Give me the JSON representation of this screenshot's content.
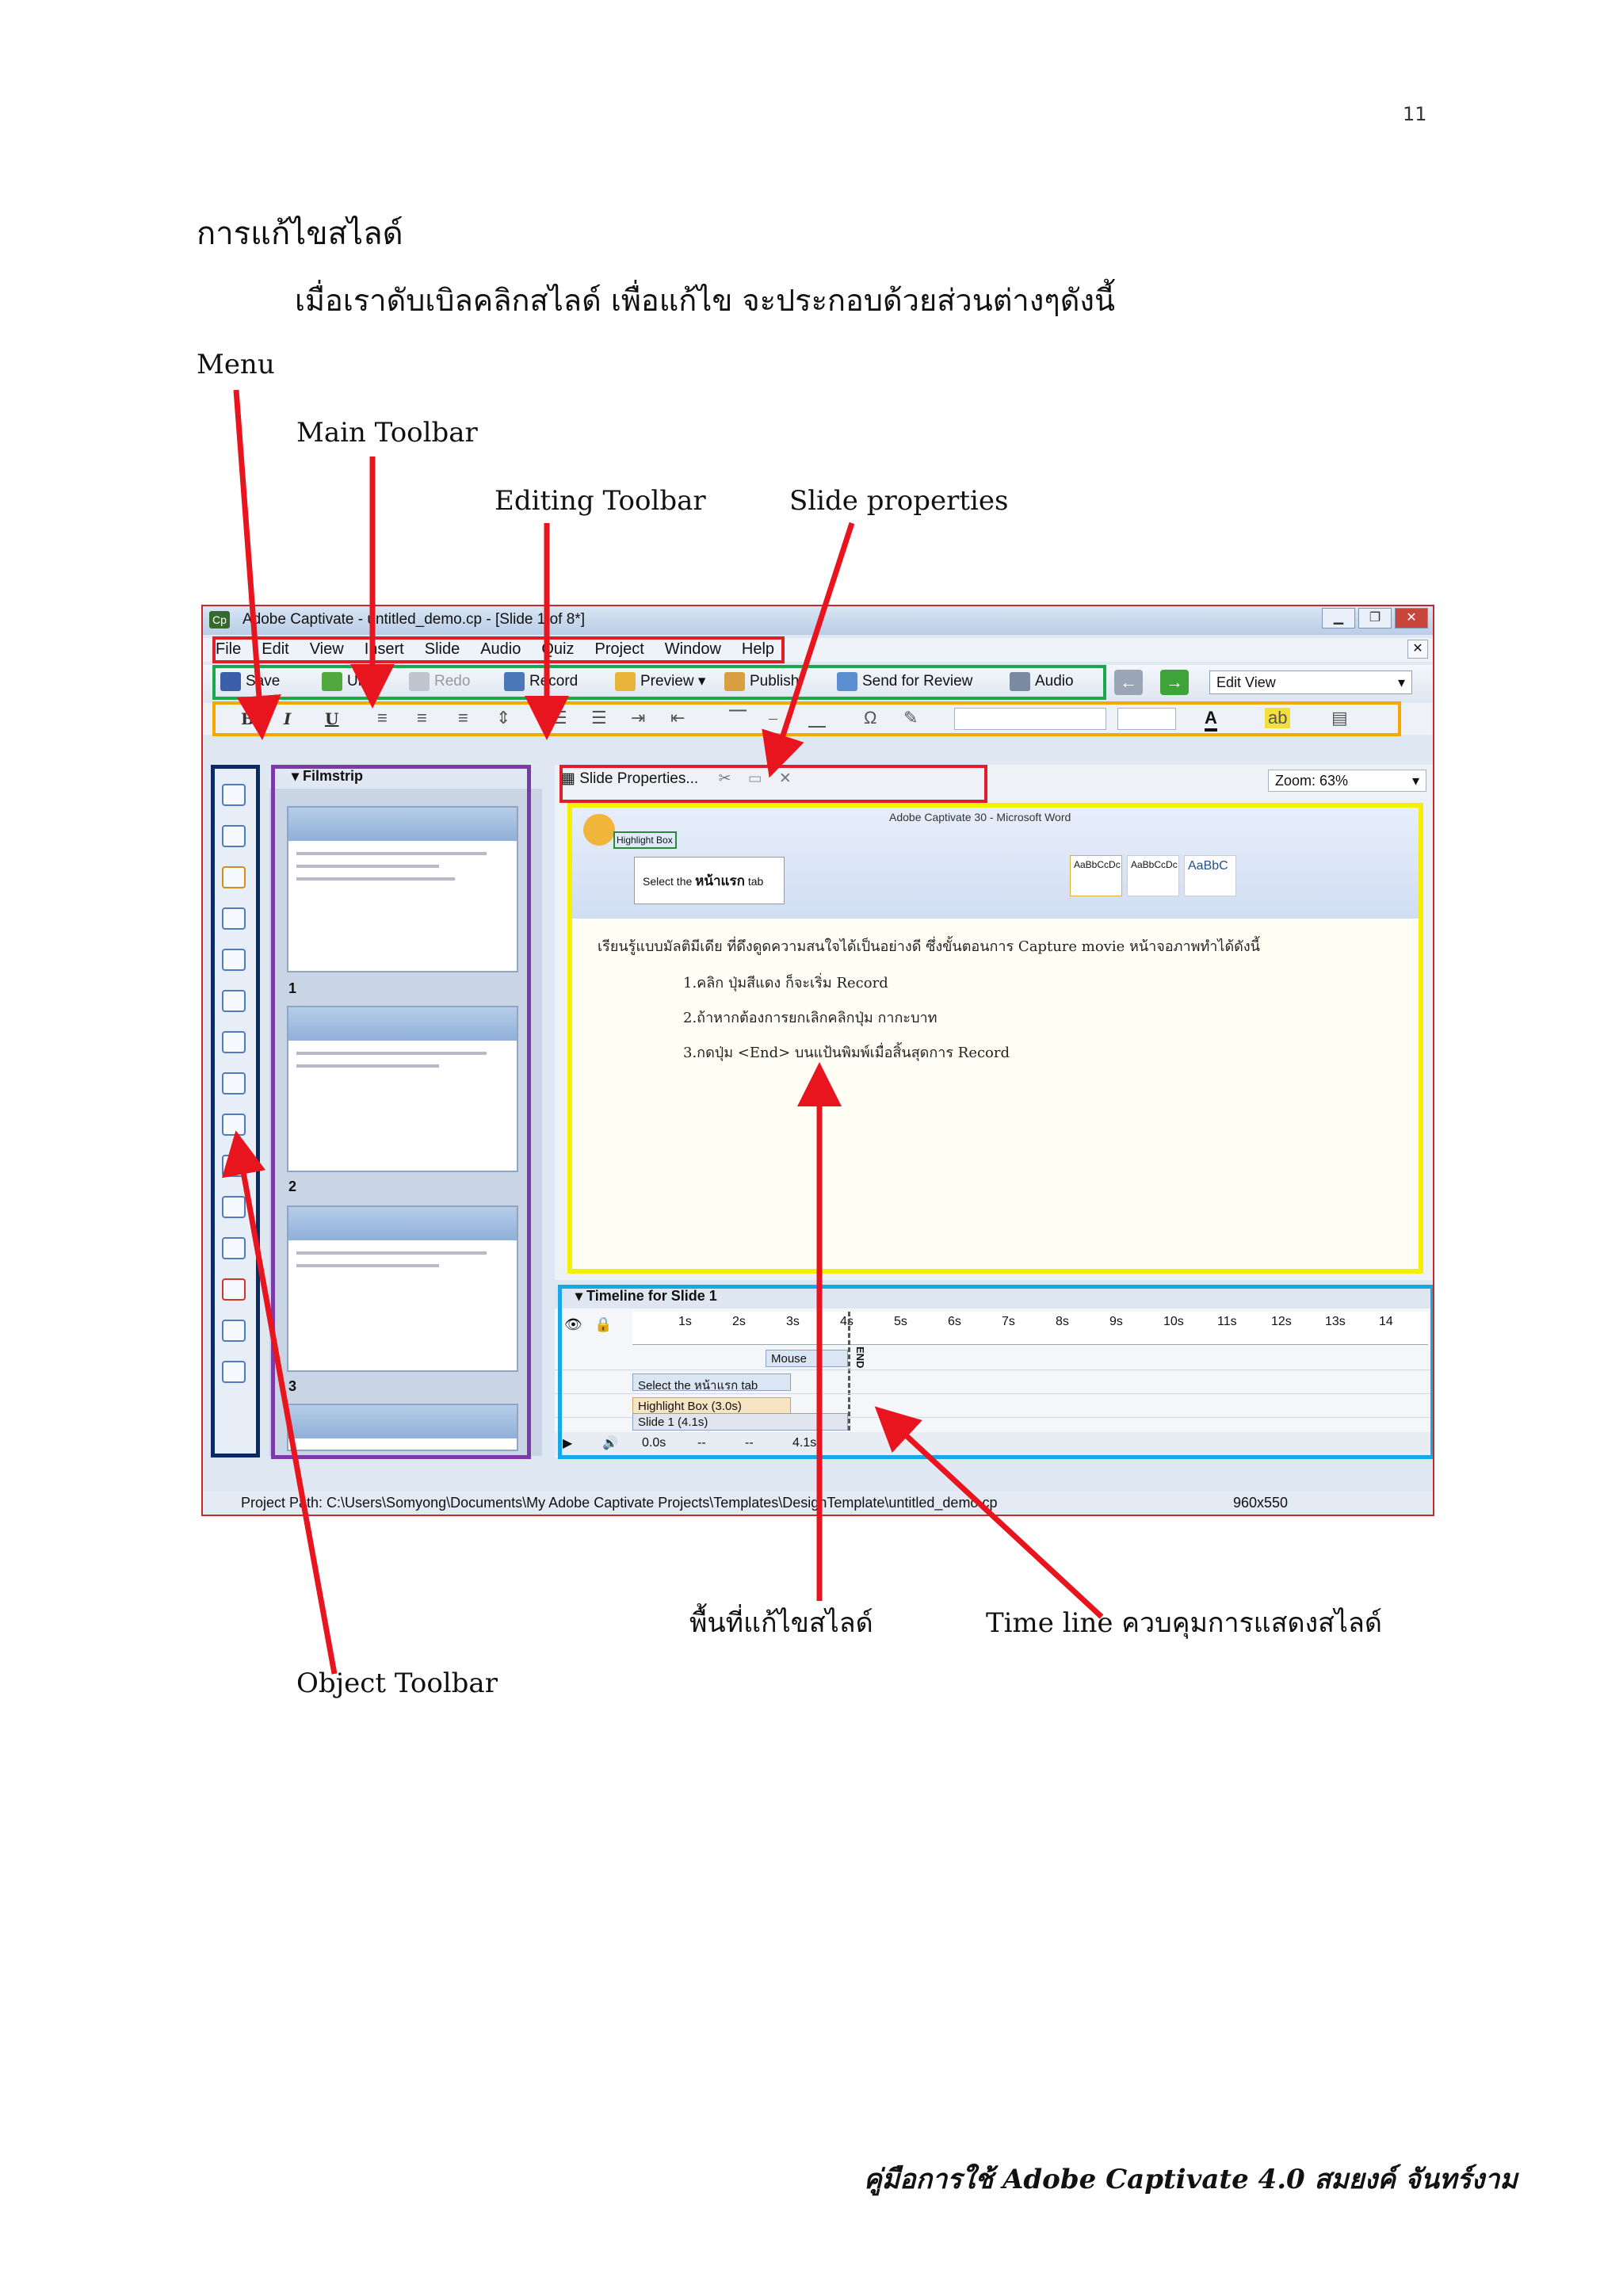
{
  "page_number": "11",
  "heading": "การแก้ไขสไลด์",
  "intro": "เมื่อเราดับเบิลคลิกสไลด์ เพื่อแก้ไข จะประกอบด้วยส่วนต่างๆดังนี้",
  "labels": {
    "menu": "Menu",
    "main_toolbar": "Main Toolbar",
    "editing_toolbar": "Editing Toolbar",
    "slide_properties": "Slide properties",
    "editing_area": "พื้นที่แก้ไขสไลด์",
    "timeline": "Time line ควบคุมการแสดงสไลด์",
    "object_toolbar": "Object Toolbar"
  },
  "screenshot": {
    "app_badge": "Cp",
    "title": "Adobe Captivate - untitled_demo.cp - [Slide 1 of 8*]",
    "menu_items": [
      "File",
      "Edit",
      "View",
      "Insert",
      "Slide",
      "Audio",
      "Quiz",
      "Project",
      "Window",
      "Help"
    ],
    "main_toolbar": {
      "save": "Save",
      "undo": "Undo",
      "redo": "Redo",
      "record": "Record",
      "preview": "Preview",
      "publish": "Publish",
      "send_for_review": "Send for Review",
      "audio": "Audio",
      "view_select": "Edit View"
    },
    "editing_toolbar": {
      "bold": "B",
      "italic": "I",
      "underline": "U",
      "omega": "Ω"
    },
    "filmstrip": {
      "title": "Filmstrip",
      "slides": [
        "1",
        "2",
        "3"
      ]
    },
    "slide_properties_button": "Slide Properties...",
    "zoom": "Zoom: 63%",
    "stage": {
      "window_title": "Adobe Captivate 30 - Microsoft Word",
      "tooltip_prefix": "Select the",
      "tooltip_bold": "หน้าแรก",
      "tooltip_suffix": "tab",
      "highlight_tab": "Highlight Box",
      "style_1": "AaBbCcDc",
      "style_2": "AaBbCcDc",
      "style_3": "AaBbC",
      "line_1": "เรียนรู้แบบมัลติมีเดีย ที่ดึงดูดความสนใจได้เป็นอย่างดี ซึ่งขั้นตอนการ Capture movie หน้าจอภาพทำได้ดังนี้",
      "line_2": "1.คลิก ปุ่มสีแดง ก็จะเริ่ม Record",
      "line_3": "2.ถ้าหากต้องการยกเลิกคลิกปุ่ม กากะบาท",
      "line_4": "3.กดปุ่ม <End> บนแป้นพิมพ์เมื่อสิ้นสุดการ Record"
    },
    "timeline": {
      "title": "Timeline for Slide 1",
      "ticks": [
        "1s",
        "2s",
        "3s",
        "4s",
        "5s",
        "6s",
        "7s",
        "8s",
        "9s",
        "10s",
        "11s",
        "12s",
        "13s",
        "14"
      ],
      "end_marker": "END",
      "rows": [
        "Mouse",
        "Select the หน้าแรก tab",
        "Highlight Box (3.0s)",
        "Slide 1 (4.1s)"
      ],
      "start_time": "0.0s",
      "dash_1": "--",
      "dash_2": "--",
      "duration": "4.1s"
    },
    "status": {
      "path": "Project Path: C:\\Users\\Somyong\\Documents\\My Adobe Captivate Projects\\Templates\\DesignTemplate\\untitled_demo.cp",
      "size": "960x550"
    }
  },
  "footer": "คู่มือการใช้ Adobe Captivate 4.0 สมยงค์ จันทร์งาม",
  "colors": {
    "menu_box": "#e01e2a",
    "main_toolbar_box": "#1aa84a",
    "editing_toolbar_box": "#f5a800",
    "object_toolbar_box": "#0c2a62",
    "filmstrip_box": "#7a3aa8",
    "slide_props_box": "#e01e2a",
    "stage_box": "#f4f000",
    "timeline_box": "#16a8e8",
    "arrow": "#e8141e"
  }
}
